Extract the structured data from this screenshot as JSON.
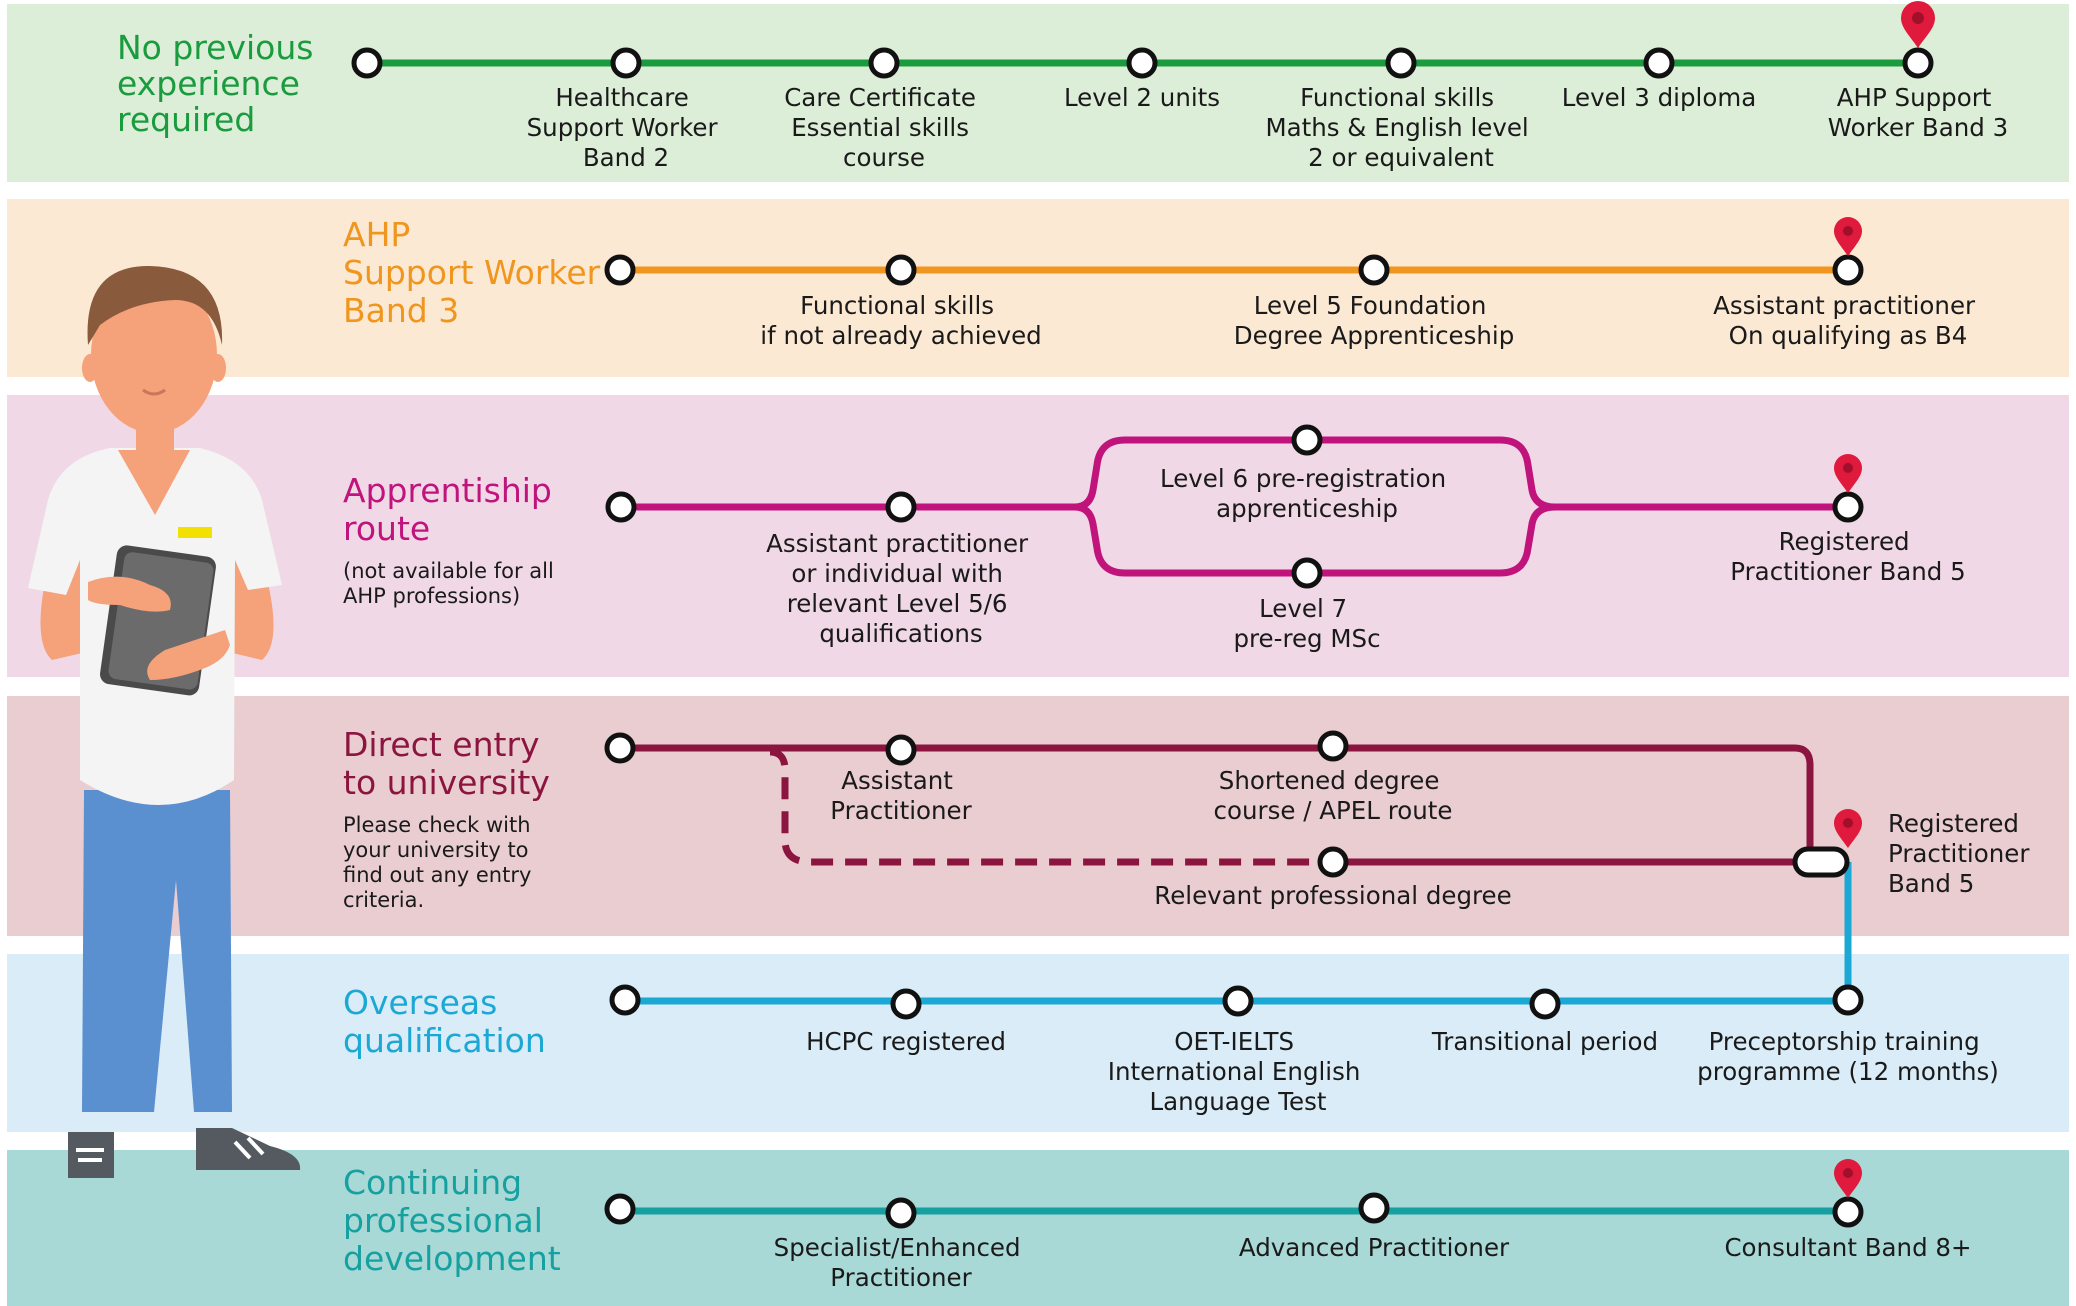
{
  "lanes": [
    {
      "id": "no-prev",
      "title": [
        "No previous",
        "experience",
        "required"
      ],
      "color": "#1a9c3e",
      "bg": "#dcedd8",
      "stops": [
        [],
        [
          "Healthcare",
          "Support Worker",
          "Band 2"
        ],
        [
          "Care Certificate",
          "Essential skills",
          "course"
        ],
        [
          "Level 2 units"
        ],
        [
          "Functional skills",
          "Maths & English level",
          "2 or equivalent"
        ],
        [
          "Level 3 diploma"
        ],
        [
          "AHP Support",
          "Worker Band 3"
        ]
      ]
    },
    {
      "id": "ahp-support",
      "title": [
        "AHP",
        "Support Worker",
        "Band 3"
      ],
      "color": "#f0961e",
      "bg": "#fce9d4",
      "stops": [
        [],
        [
          "Functional skills",
          "if not already achieved"
        ],
        [
          "Level 5 Foundation",
          "Degree Apprenticeship"
        ],
        [
          "Assistant practitioner",
          "On qualifying as B4"
        ]
      ]
    },
    {
      "id": "apprenticeship",
      "title": [
        "Apprentiship",
        "route"
      ],
      "note": [
        "(not available for all",
        "AHP professions)"
      ],
      "color": "#c0147c",
      "bg": "#f0d8e6",
      "stops": [
        [],
        [
          "Assistant practitioner",
          "or individual with",
          "relevant Level 5/6",
          "qualifications"
        ],
        [
          "Level 6 pre-registration",
          "apprenticeship"
        ],
        [
          "Level 7",
          "pre-reg MSc"
        ],
        [
          "Registered",
          "Practitioner Band 5"
        ]
      ]
    },
    {
      "id": "direct-entry",
      "title": [
        "Direct entry",
        "to university"
      ],
      "note": [
        "Please check with",
        "your university to",
        "find out any entry",
        "criteria."
      ],
      "color": "#8c1540",
      "bg": "#e9cdd1",
      "stops": [
        [],
        [
          "Assistant",
          "Practitioner"
        ],
        [
          "Shortened degree",
          "course / APEL route"
        ],
        [
          "Relevant professional degree"
        ],
        [
          "Registered",
          "Practitioner",
          "Band 5"
        ]
      ]
    },
    {
      "id": "overseas",
      "title": [
        "Overseas",
        "qualification"
      ],
      "color": "#1ba8d4",
      "bg": "#d9ecf7",
      "stops": [
        [],
        [
          "HCPC registered"
        ],
        [
          "OET-IELTS",
          "International English",
          "Language Test"
        ],
        [
          "Transitional period"
        ],
        [
          "Preceptorship training",
          "programme (12 months)"
        ]
      ]
    },
    {
      "id": "cpd",
      "title": [
        "Continuing",
        "professional",
        "development"
      ],
      "color": "#17a0a0",
      "bg": "#a9d9d6",
      "stops": [
        [],
        [
          "Specialist/Enhanced",
          "Practitioner"
        ],
        [
          "Advanced Practitioner"
        ],
        [
          "Consultant Band 8+"
        ]
      ]
    }
  ],
  "marker_color": "#e01a3c",
  "figure_colors": {
    "skin": "#f5a17a",
    "hair": "#8a5a3c",
    "shirt": "#f4f4f4",
    "trousers": "#5a8fd0",
    "shoes": "#555a60",
    "tablet": "#5c5c5c",
    "badge": "#f2e000"
  }
}
